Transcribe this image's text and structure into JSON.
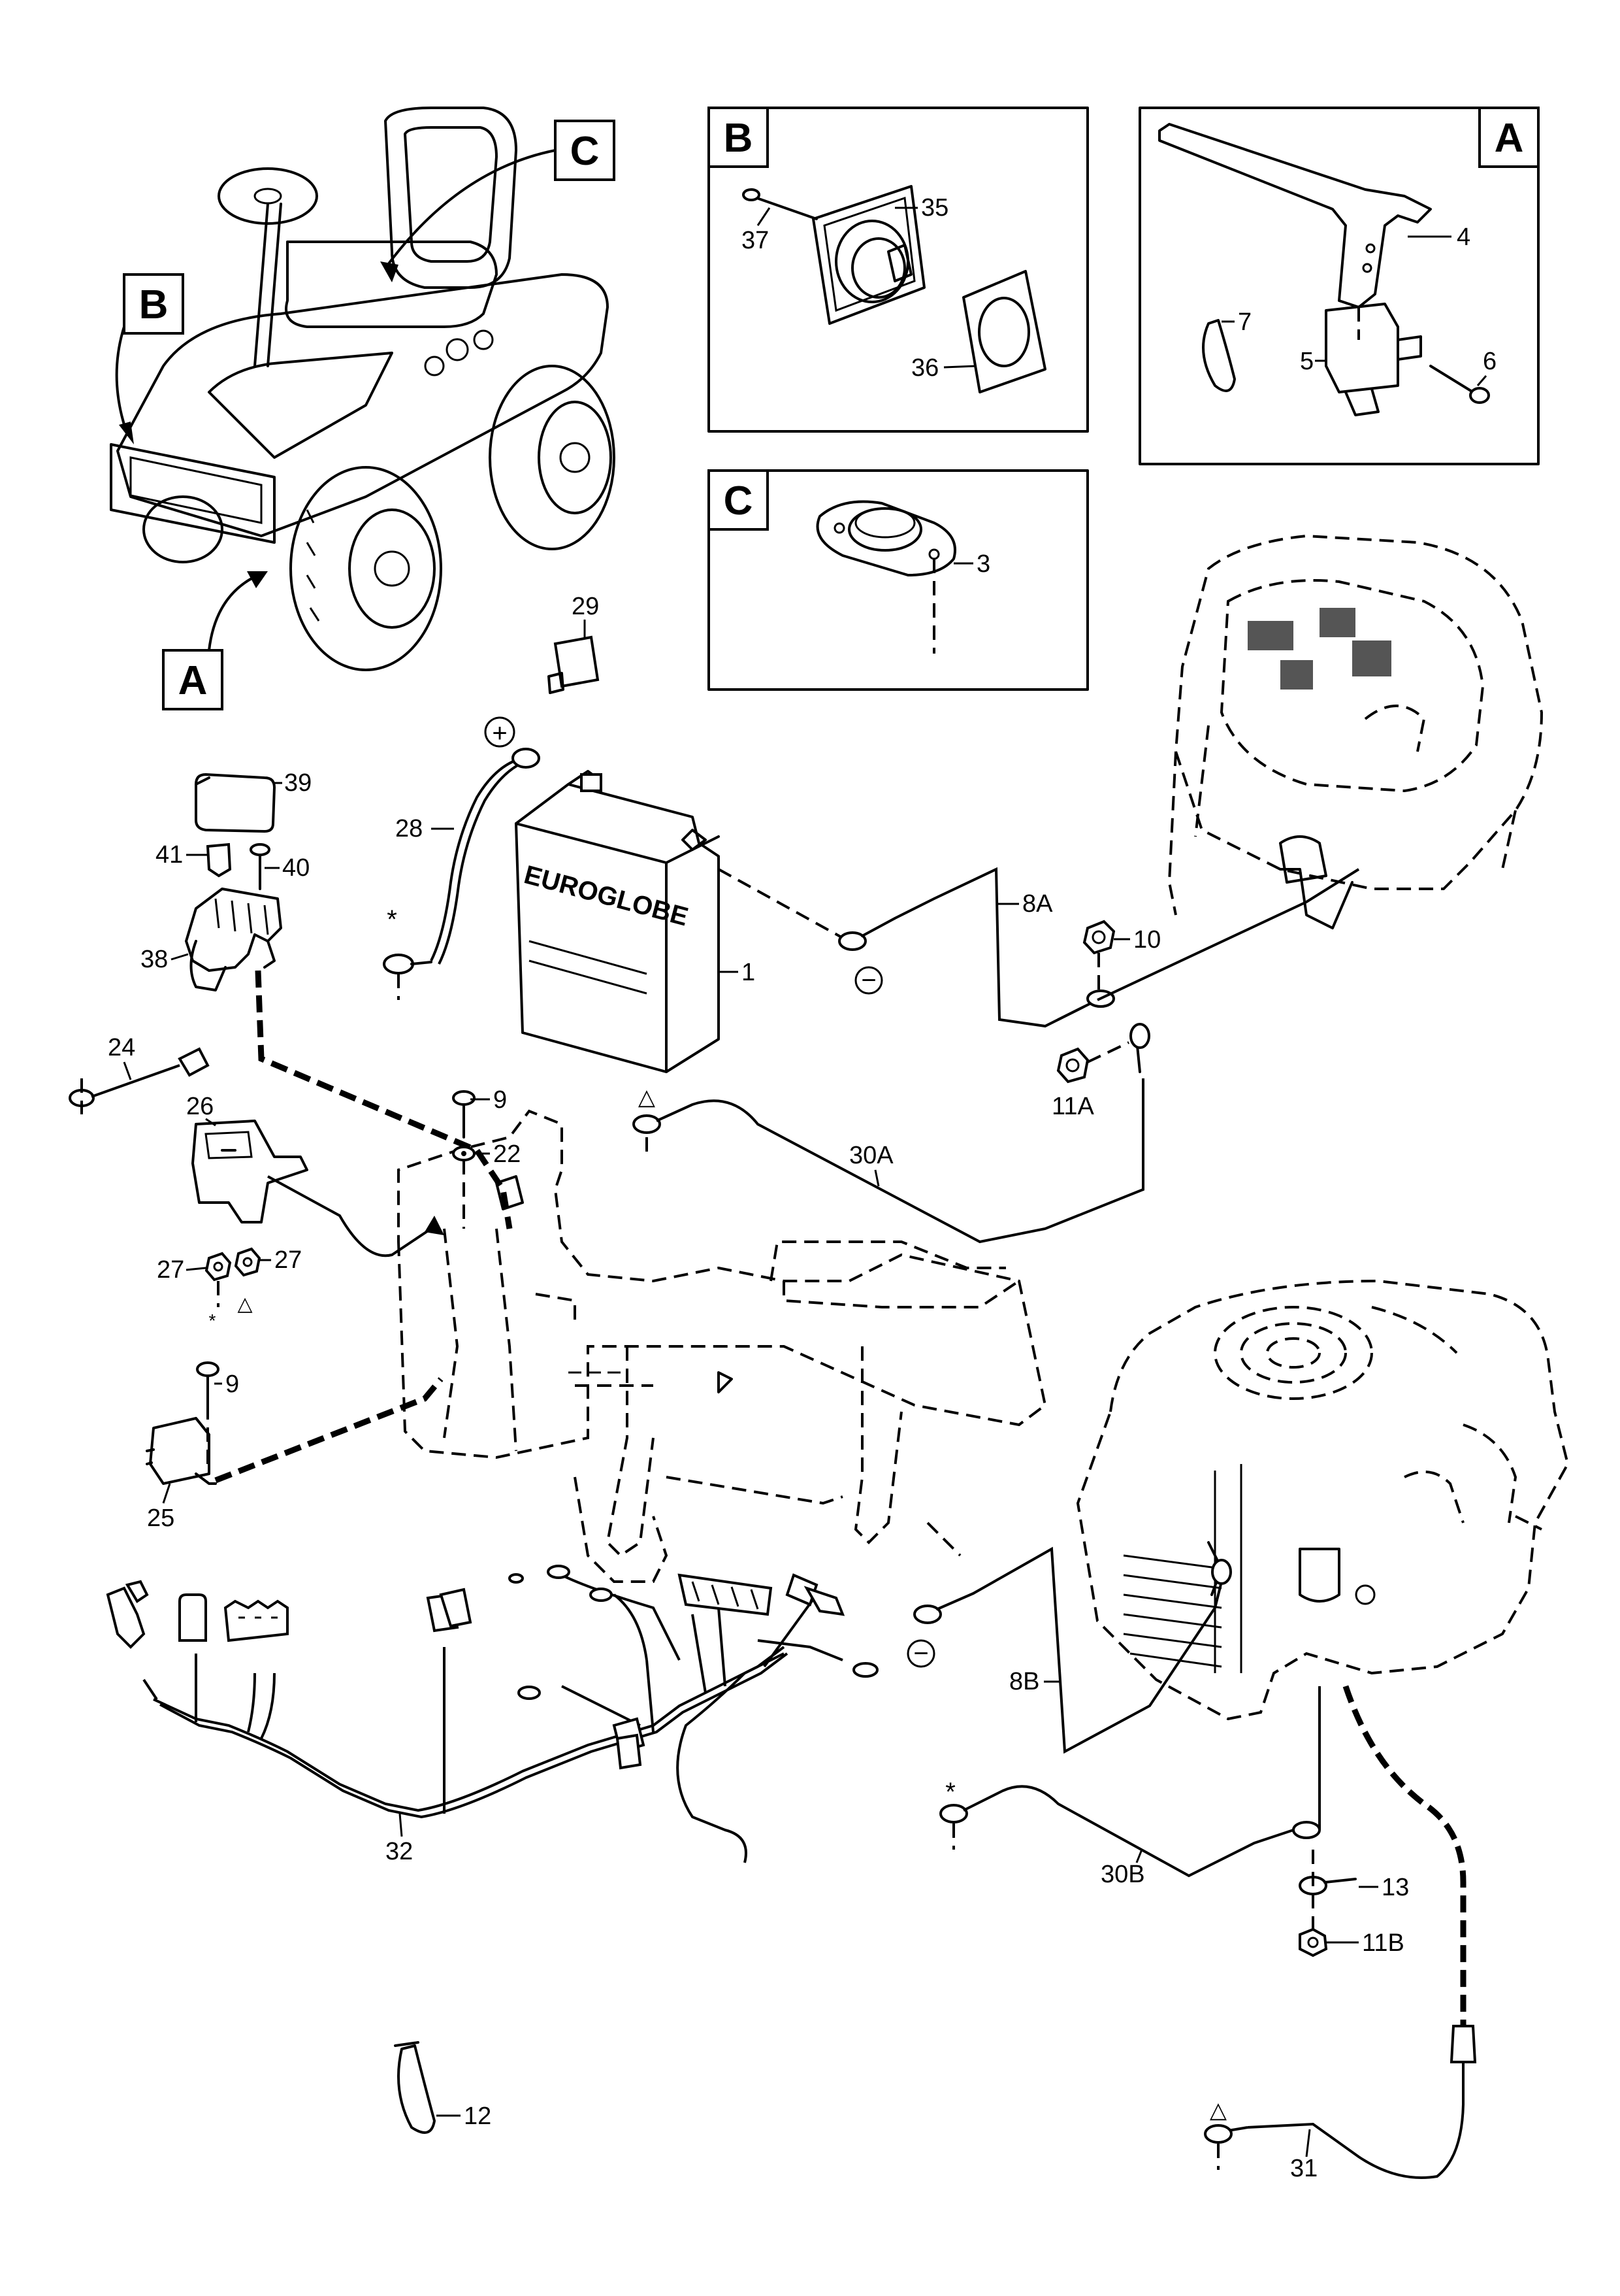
{
  "insets": {
    "A": {
      "letter": "A"
    },
    "B": {
      "letter": "B"
    },
    "C": {
      "letter": "C"
    }
  },
  "tractor_callouts": [
    "B",
    "C",
    "A"
  ],
  "battery_brand": "EUROGLOBE",
  "symbols": {
    "plus": "+",
    "minus": "−",
    "star": "*",
    "triangle": "△"
  },
  "parts": {
    "p1": "1",
    "p3": "3",
    "p4": "4",
    "p5": "5",
    "p6": "6",
    "p7": "7",
    "p8A": "8A",
    "p8B": "8B",
    "p9a": "9",
    "p9b": "9",
    "p10": "10",
    "p11A": "11A",
    "p11B": "11B",
    "p12": "12",
    "p13": "13",
    "p22": "22",
    "p24": "24",
    "p25": "25",
    "p26": "26",
    "p27a": "27",
    "p27b": "27",
    "p28": "28",
    "p29": "29",
    "p30A": "30A",
    "p30B": "30B",
    "p31": "31",
    "p32": "32",
    "p35": "35",
    "p36": "36",
    "p37": "37",
    "p38": "38",
    "p39": "39",
    "p40": "40",
    "p41": "41"
  }
}
